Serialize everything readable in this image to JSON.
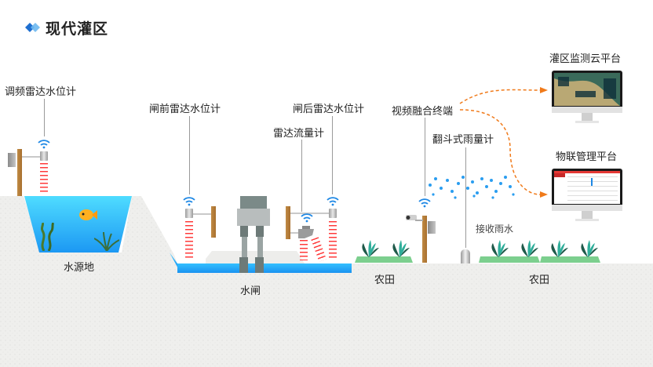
{
  "header": {
    "title": "现代灌区",
    "icon": "diamond-icon"
  },
  "labels": {
    "tuning_radar_level_meter": "调频雷达水位计",
    "front_gate_radar_level_meter": "闸前雷达水位计",
    "rear_gate_radar_level_meter": "闸后雷达水位计",
    "radar_flow_meter": "雷达流量计",
    "video_fusion_terminal": "视频融合终端",
    "tipping_bucket_rain_gauge": "翻斗式雨量计",
    "receive_rainwater": "接收雨水",
    "water_source": "水源地",
    "sluice_gate": "水闸",
    "farmland_1": "农田",
    "farmland_2": "农田",
    "cloud_platform": "灌区监测云平台",
    "iot_platform": "物联管理平台"
  },
  "colors": {
    "accent_blue": "#1e88e5",
    "water_top": "#4fd8ff",
    "water_bottom": "#1ea0f5",
    "radar_beam": "#ff3b3b",
    "dashed_arrow": "#f07a1a",
    "grass": "#7ccf8e",
    "plant_dark": "#1f5a4a",
    "plant_teal": "#2fae9a",
    "pole": "#b07a38",
    "ground": "#eeeeec"
  }
}
